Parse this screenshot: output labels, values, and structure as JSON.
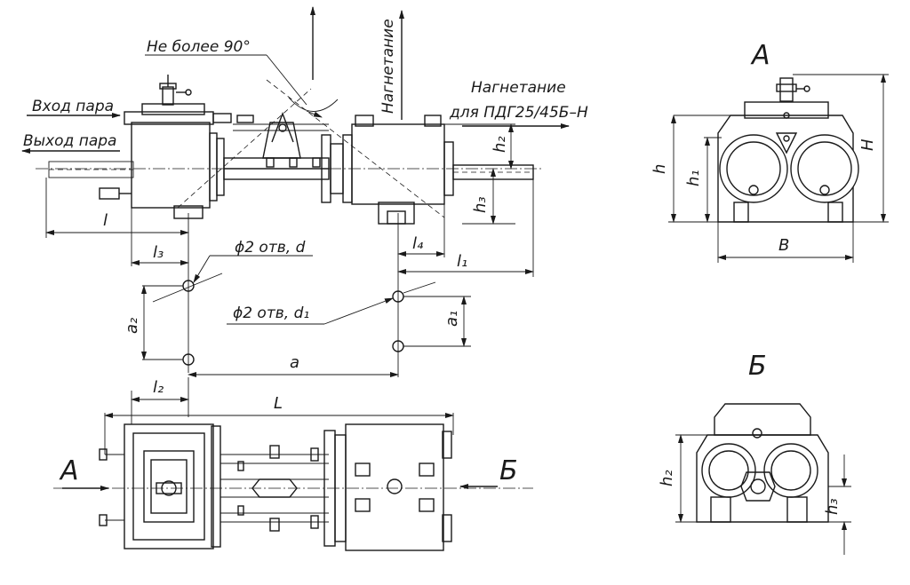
{
  "labels": {
    "angle_note": "Не более 90°",
    "steam_in": "Вход пара",
    "steam_out": "Выход пара",
    "discharge_vertical": "Нагнетание",
    "discharge_line1": "Нагнетание",
    "discharge_line2": "для ПДГ25/45Б–Н",
    "hole_d": "ϕ2 отв, d",
    "hole_d1": "ϕ2 отв, d₁"
  },
  "dimensions": {
    "l": "l",
    "l1": "l₁",
    "l2": "l₂",
    "l3": "l₃",
    "l4": "l₄",
    "L": "L",
    "a": "a",
    "a1": "a₁",
    "a2": "a₂",
    "h": "h",
    "h1": "h₁",
    "h2": "h₂",
    "h3": "h₃",
    "H": "H",
    "B": "B",
    "h2_b": "h₂",
    "h3_b": "h₃"
  },
  "views": {
    "view_a_title": "А",
    "view_b_title": "Б",
    "arrow_a": "А",
    "arrow_b": "Б"
  }
}
